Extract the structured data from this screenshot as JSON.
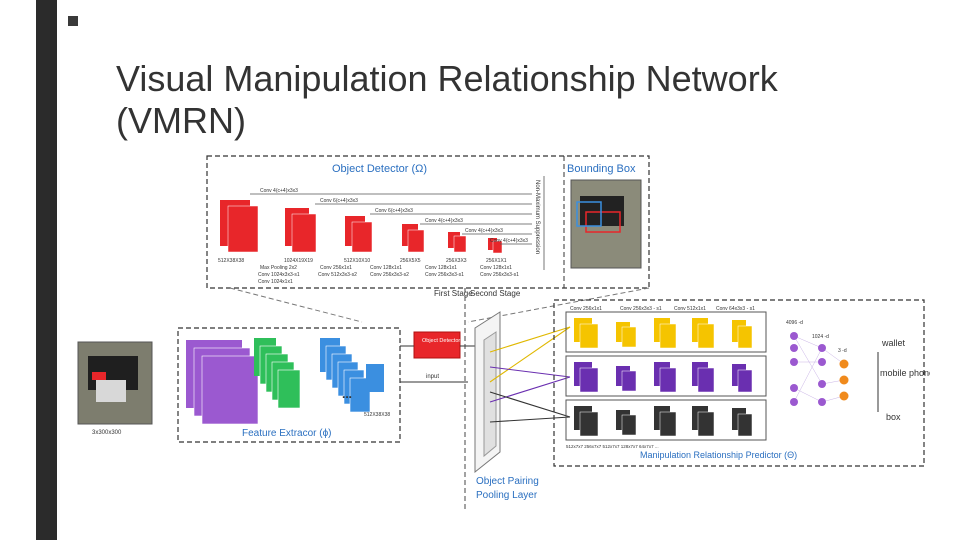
{
  "title_line1": "Visual Manipulation Relationship Network",
  "title_line2": "(VMRN)",
  "detector": {
    "title": "Object Detector (Ω)",
    "bbox_title": "Bounding Box",
    "nms": "Non-Maximum Suppression",
    "convs": [
      "Conv 4(c+4)x3x3",
      "Conv 6(c+4)x3x3",
      "Conv 6(c+4)x3x3",
      "Conv 4(c+4)x3x3",
      "Conv 4(c+4)x3x3",
      "Conv 4(c+4)x3x3"
    ],
    "bottom_labels": [
      "512X38X38",
      "1024X19X19",
      "512X10X10",
      "256X5X5",
      "256X3X3",
      "256X1X1"
    ],
    "conv_labels": [
      "Max Pooling 2x2",
      "Conv 256x1x1",
      "Conv 128x1x1",
      "Conv 128x1x1",
      "Conv 128x1x1",
      "Conv 1024x3x3-s1",
      "Conv 512x3x3-s2",
      "Conv 256x3x3-s2",
      "Conv 256x3x3-s1",
      "Conv 256x3x3-s1",
      "Conv 1024x1x1"
    ]
  },
  "stages": {
    "first": "First Stage",
    "second": "Second Stage"
  },
  "input_image_label": "3x300x300",
  "feature": {
    "label": "Feature Extracor (ϕ)",
    "dims": "512X38X38",
    "dots": "..."
  },
  "detector_box": "Object Detector",
  "input_label": "input",
  "pairing_label_1": "Object Pairing",
  "pairing_label_2": "Pooling Layer",
  "mrp": {
    "label": "Manipulation Relationship Predictor (Θ)",
    "conv_labels": [
      "Conv 256x1x1",
      "Conv 256x3x3 - s1",
      "Conv 512x1x1",
      "Conv 64x3x3 - s1"
    ],
    "bottom_text": "512x7x7  256x7x7  512x7x7  128x7x7  64x7x7  ...",
    "fc1": "4096 -d",
    "fc2": "1024 -d",
    "fc3": "3 -d",
    "outputs": [
      "wallet",
      "mobile phone",
      "box"
    ]
  },
  "colors": {
    "red": "#e8262a",
    "purple": "#9b59d0",
    "green": "#2fbf5a",
    "blue": "#3b8fe0",
    "yellow": "#f5c400",
    "violet": "#6a2fb0",
    "black": "#333333",
    "orange": "#f08a1c"
  }
}
